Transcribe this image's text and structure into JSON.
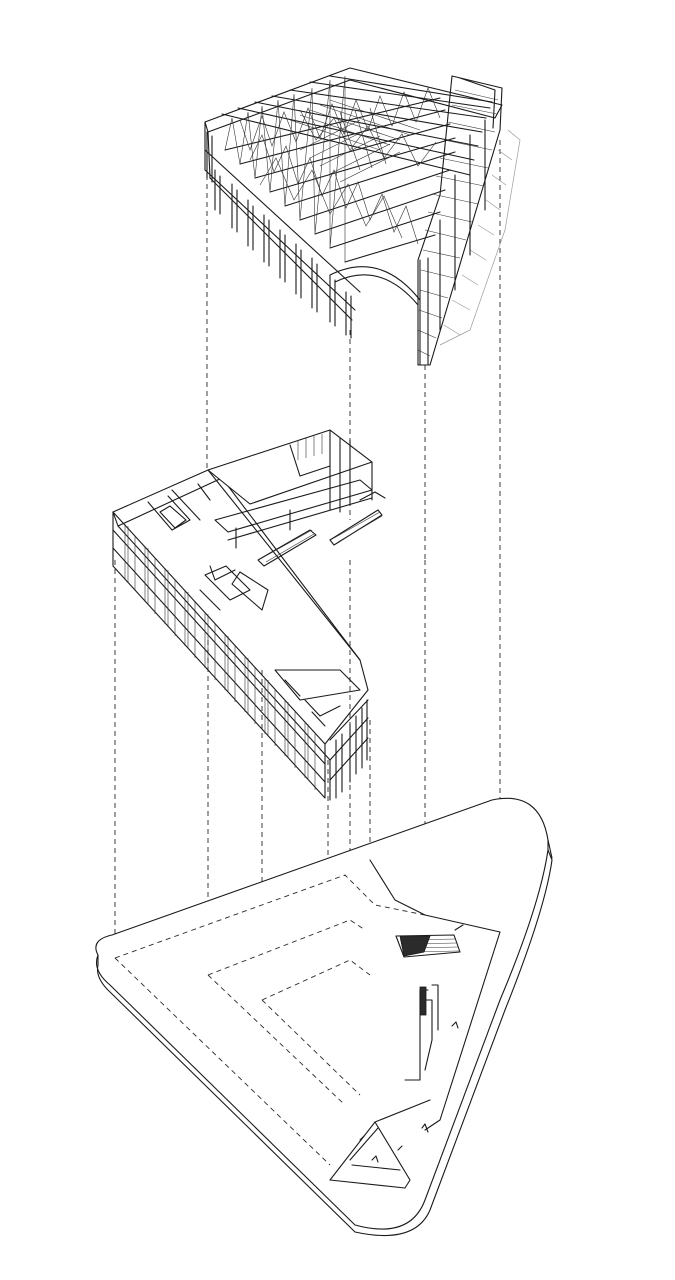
{
  "figure": {
    "type": "exploded-axonometric-diagram",
    "layers": [
      {
        "id": "roof-structure",
        "icon": "space-frame-truss"
      },
      {
        "id": "building-floors",
        "icon": "l-shaped-floor-plates-with-escalators"
      },
      {
        "id": "ground-site",
        "icon": "triangular-site-plan"
      }
    ],
    "projection_lines": 6,
    "colors": {
      "ink": "#1a1a1a",
      "shadow": "#9a9a9a",
      "background": "#ffffff"
    }
  }
}
